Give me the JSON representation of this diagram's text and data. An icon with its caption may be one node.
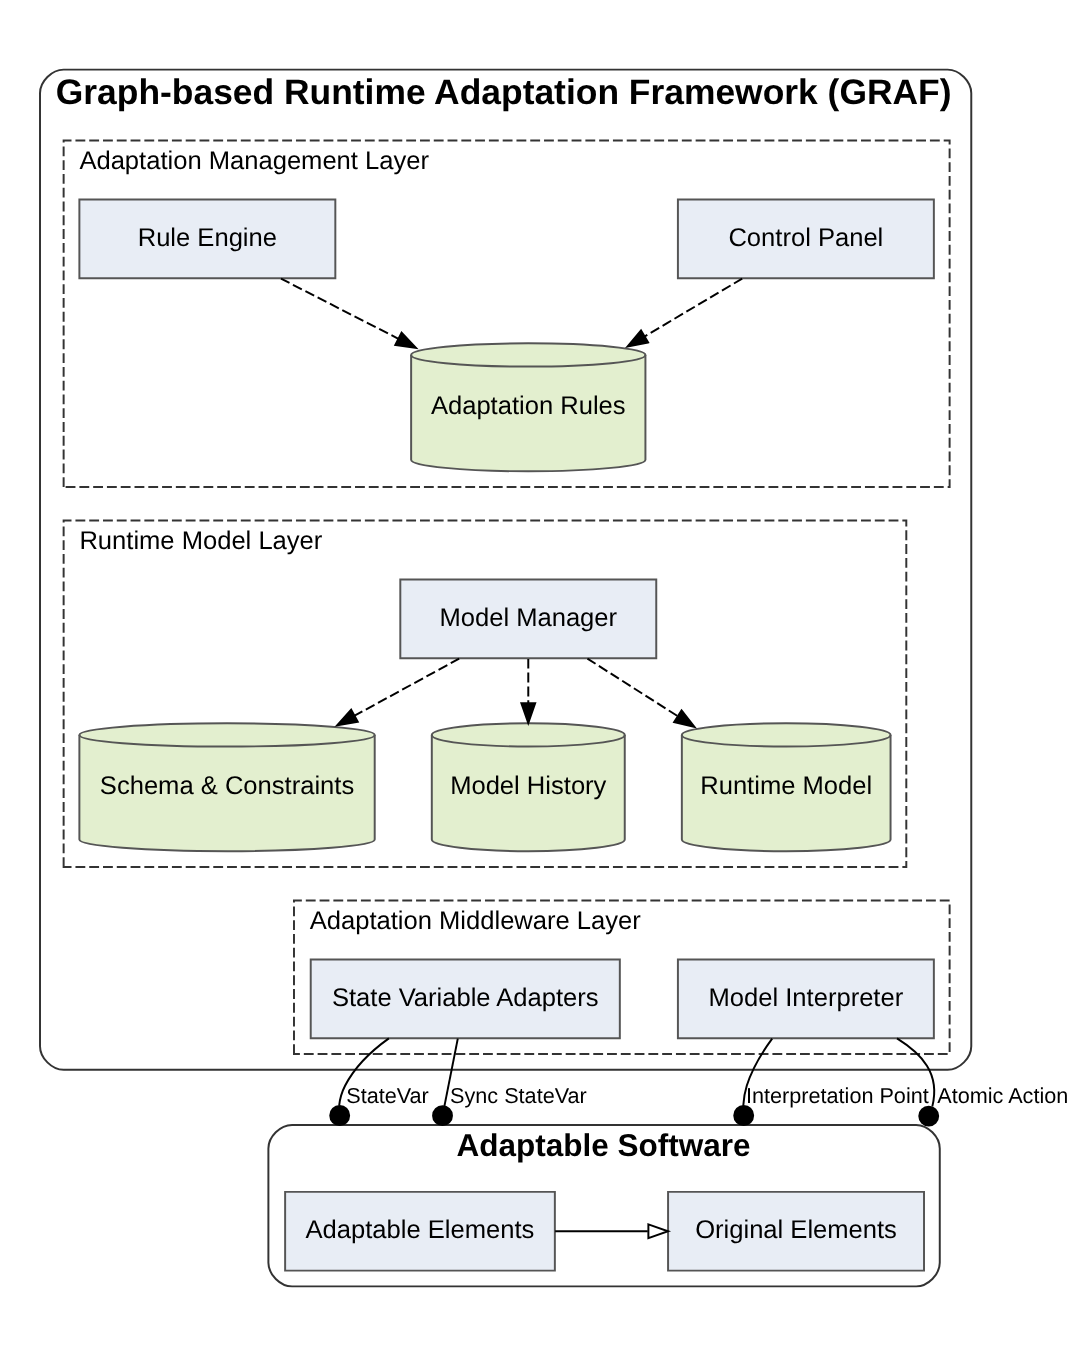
{
  "diagram": {
    "nodes": [
      {
        "text": [
          "Graph-based Runtime Adaptation Framework (GRAF)"
        ]
      },
      {
        "text": [
          "Adaptation Management Layer"
        ],
        "in": 0
      },
      {
        "text": [
          "Rule Engine"
        ],
        "in": 1
      },
      {
        "text": [
          "Adaptation Rules"
        ],
        "in": 1
      },
      {
        "text": [
          "Control Panel"
        ],
        "in": 1
      },
      {
        "text": [
          "Runtime Model Layer"
        ],
        "in": 0
      },
      {
        "text": [
          "Model Manager"
        ],
        "in": 5
      },
      {
        "text": [
          "Schema & Constraints"
        ],
        "in": 5
      },
      {
        "text": [
          "Model History"
        ],
        "in": 5
      },
      {
        "text": [
          "Runtime Model"
        ],
        "in": 5
      },
      {
        "text": [
          "Adaptation Middleware Layer"
        ],
        "in": 0
      },
      {
        "text": [
          "State Variable Adapters"
        ],
        "in": 10
      },
      {
        "text": [
          "Model Interpreter"
        ],
        "in": 10
      },
      {
        "text": [
          "Adaptable Software"
        ]
      },
      {
        "text": [
          "Adaptable Elements"
        ],
        "in": 13
      },
      {
        "text": [
          "Original Elements"
        ],
        "in": 13
      }
    ],
    "edges": [
      {
        "from": 2,
        "to": 3,
        "arrow": "to",
        "style": "dashed"
      },
      {
        "from": 4,
        "to": 3,
        "arrow": "to",
        "style": "dashed"
      },
      {
        "from": 6,
        "to": 7,
        "arrow": "to",
        "style": "dashed"
      },
      {
        "from": 6,
        "to": 8,
        "arrow": "to",
        "style": "dashed"
      },
      {
        "from": 6,
        "to": 9,
        "arrow": "to",
        "style": "dashed"
      },
      {
        "from": 11,
        "to": 13,
        "arrow": "other",
        "label": "StateVar"
      },
      {
        "from": 11,
        "to": 13,
        "arrow": "other",
        "label": "Sync StateVar"
      },
      {
        "from": 12,
        "to": 13,
        "arrow": "other",
        "label": "Interpretation Point"
      },
      {
        "from": 12,
        "to": 13,
        "arrow": "other",
        "label": "Atomic Action"
      },
      {
        "from": 14,
        "to": 15,
        "arrow": "to"
      }
    ]
  }
}
